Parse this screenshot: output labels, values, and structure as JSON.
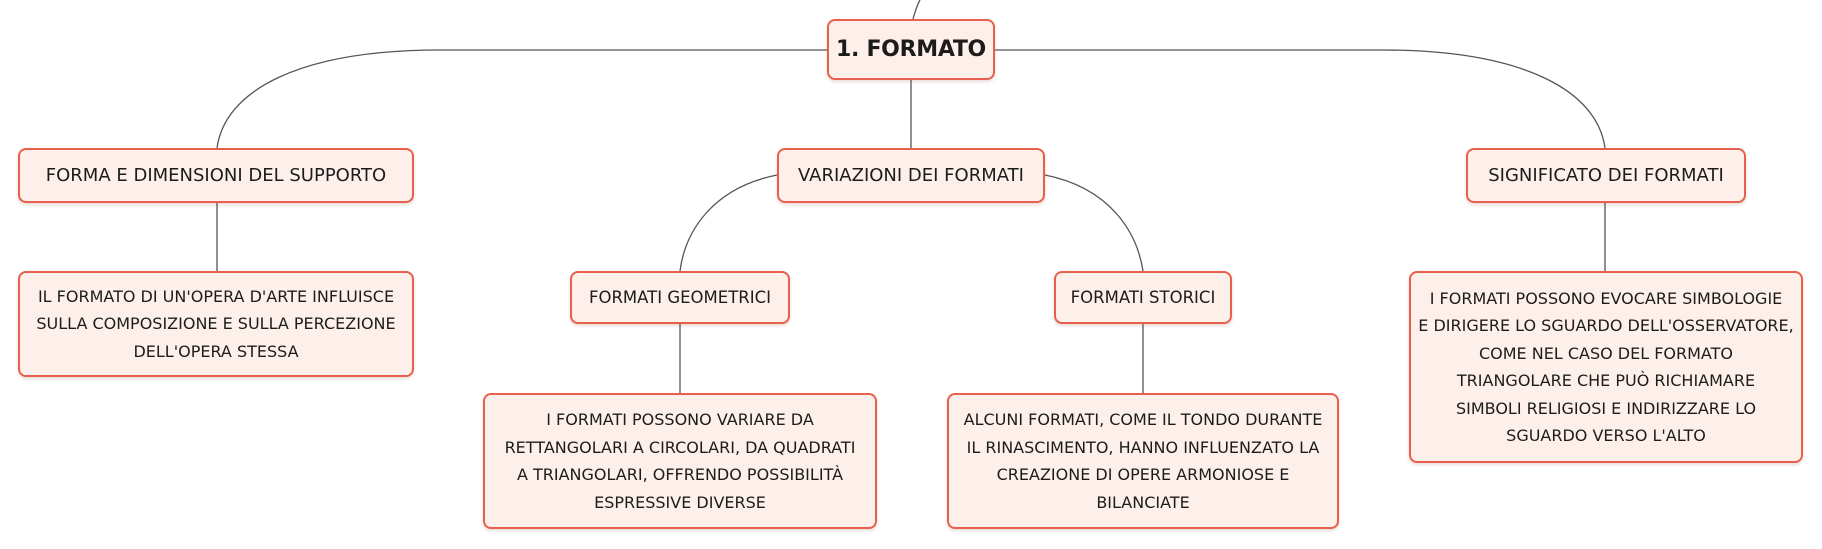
{
  "root": {
    "label": "1. FORMATO"
  },
  "branches": {
    "forma": {
      "label": "FORMA E DIMENSIONI DEL SUPPORTO",
      "detail": [
        "IL FORMATO DI UN'OPERA D'ARTE INFLUISCE",
        "SULLA COMPOSIZIONE E SULLA PERCEZIONE",
        "DELL'OPERA STESSA"
      ]
    },
    "variazioni": {
      "label": "VARIAZIONI DEI FORMATI",
      "geometrici": {
        "label": "FORMATI GEOMETRICI",
        "detail": [
          "I FORMATI POSSONO VARIARE DA",
          "RETTANGOLARI A CIRCOLARI, DA QUADRATI",
          "A TRIANGOLARI, OFFRENDO POSSIBILITÀ",
          "ESPRESSIVE DIVERSE"
        ]
      },
      "storici": {
        "label": "FORMATI STORICI",
        "detail": [
          "ALCUNI FORMATI, COME IL TONDO DURANTE",
          "IL RINASCIMENTO, HANNO INFLUENZATO LA",
          "CREAZIONE DI OPERE ARMONIOSE E",
          "BILANCIATE"
        ]
      }
    },
    "significato": {
      "label": "SIGNIFICATO DEI FORMATI",
      "detail": [
        "I FORMATI POSSONO EVOCARE SIMBOLOGIE",
        "E DIRIGERE LO SGUARDO DELL'OSSERVATORE,",
        "COME NEL CASO DEL FORMATO",
        "TRIANGOLARE CHE PUÒ RICHIAMARE",
        "SIMBOLI RELIGIOSI E INDIRIZZARE LO",
        "SGUARDO VERSO L'ALTO"
      ]
    }
  },
  "colors": {
    "node_border": "#e8604c",
    "node_fill": "#fdf0ea",
    "connector": "#555555",
    "text": "#1c1c1c"
  }
}
